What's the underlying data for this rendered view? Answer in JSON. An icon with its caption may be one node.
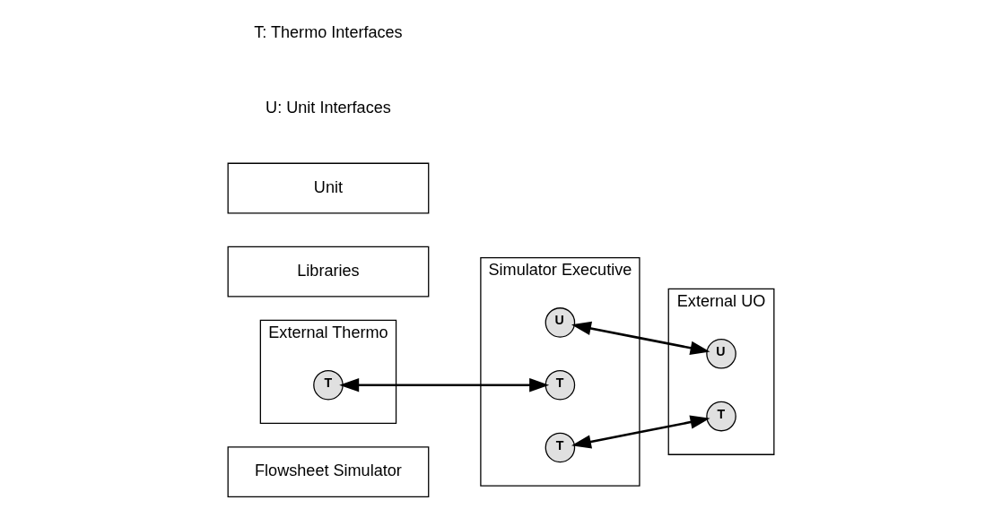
{
  "diagram": {
    "nodes": [
      {
        "text": [
          "Flowsheet Simulator"
        ]
      },
      {
        "text": [
          "Simulator Executive"
        ]
      },
      {
        "text": [
          "External Thermo"
        ]
      },
      {
        "text": [
          "External UO"
        ]
      },
      {
        "text": [
          "Libraries"
        ]
      },
      {
        "text": [
          "Unit"
        ]
      },
      {
        "text": [
          "U"
        ],
        "in": 1
      },
      {
        "text": [
          "T"
        ],
        "in": 1
      },
      {
        "text": [
          "T"
        ],
        "in": 1
      },
      {
        "text": [
          "T"
        ],
        "in": 2
      },
      {
        "text": [
          "U"
        ],
        "in": 3
      },
      {
        "text": [
          "T"
        ],
        "in": 3
      }
    ],
    "edges": [
      {
        "from": 6,
        "to": 10,
        "arrow": "both"
      },
      {
        "from": 9,
        "to": 7,
        "arrow": "both"
      },
      {
        "from": 8,
        "to": 11,
        "arrow": "both"
      }
    ],
    "labels": [
      "U: Unit Interfaces",
      "T: Thermo Interfaces"
    ]
  }
}
